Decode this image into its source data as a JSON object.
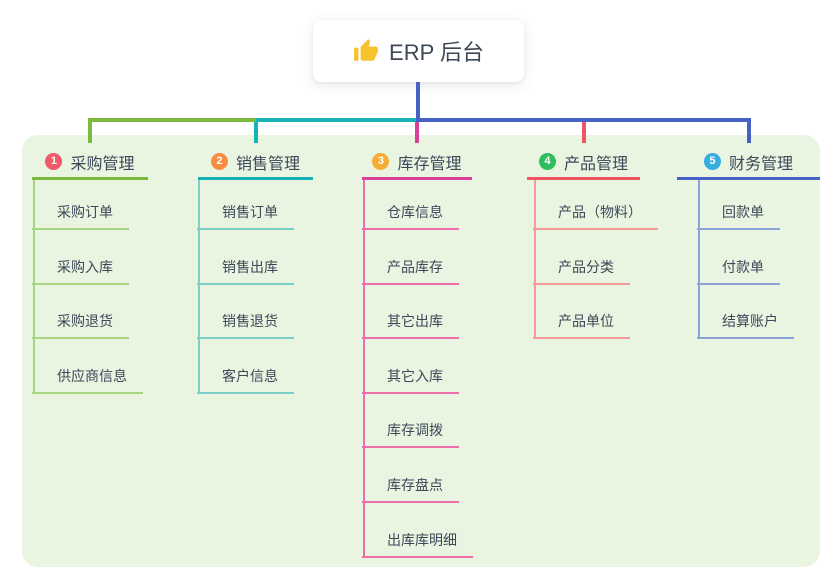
{
  "app": {
    "title": "ERP 后台",
    "icon": "thumbs-up-icon"
  },
  "canvas": {
    "background": "#FFFFFF",
    "panel_background": "#E9F5E1",
    "text_color": "#3C4858"
  },
  "root_connector_color": "#4762C6",
  "branches": [
    {
      "id": "purchase",
      "badge": "1",
      "label": "采购管理",
      "badge_color": "#F2596B",
      "line_color": "#7CBA3D",
      "child_line_color": "#A6D583",
      "children": [
        "采购订单",
        "采购入库",
        "采购退货",
        "供应商信息"
      ]
    },
    {
      "id": "sales",
      "badge": "2",
      "label": "销售管理",
      "badge_color": "#F88D42",
      "line_color": "#17B2B6",
      "child_line_color": "#7BD0C9",
      "children": [
        "销售订单",
        "销售出库",
        "销售退货",
        "客户信息"
      ]
    },
    {
      "id": "inventory",
      "badge": "3",
      "label": "库存管理",
      "badge_color": "#F7AD33",
      "line_color": "#D9409B",
      "child_line_color": "#ED6FA9",
      "children": [
        "仓库信息",
        "产品库存",
        "其它出库",
        "其它入库",
        "库存调拨",
        "库存盘点",
        "出库库明细"
      ]
    },
    {
      "id": "product",
      "badge": "4",
      "label": "产品管理",
      "badge_color": "#2FBE5D",
      "line_color": "#EF5364",
      "child_line_color": "#F69B97",
      "children": [
        "产品（物料）",
        "产品分类",
        "产品单位"
      ]
    },
    {
      "id": "finance",
      "badge": "5",
      "label": "财务管理",
      "badge_color": "#36ADDF",
      "line_color": "#4762C6",
      "child_line_color": "#8AA2DC",
      "children": [
        "回款单",
        "付款单",
        "结算账户"
      ]
    }
  ]
}
